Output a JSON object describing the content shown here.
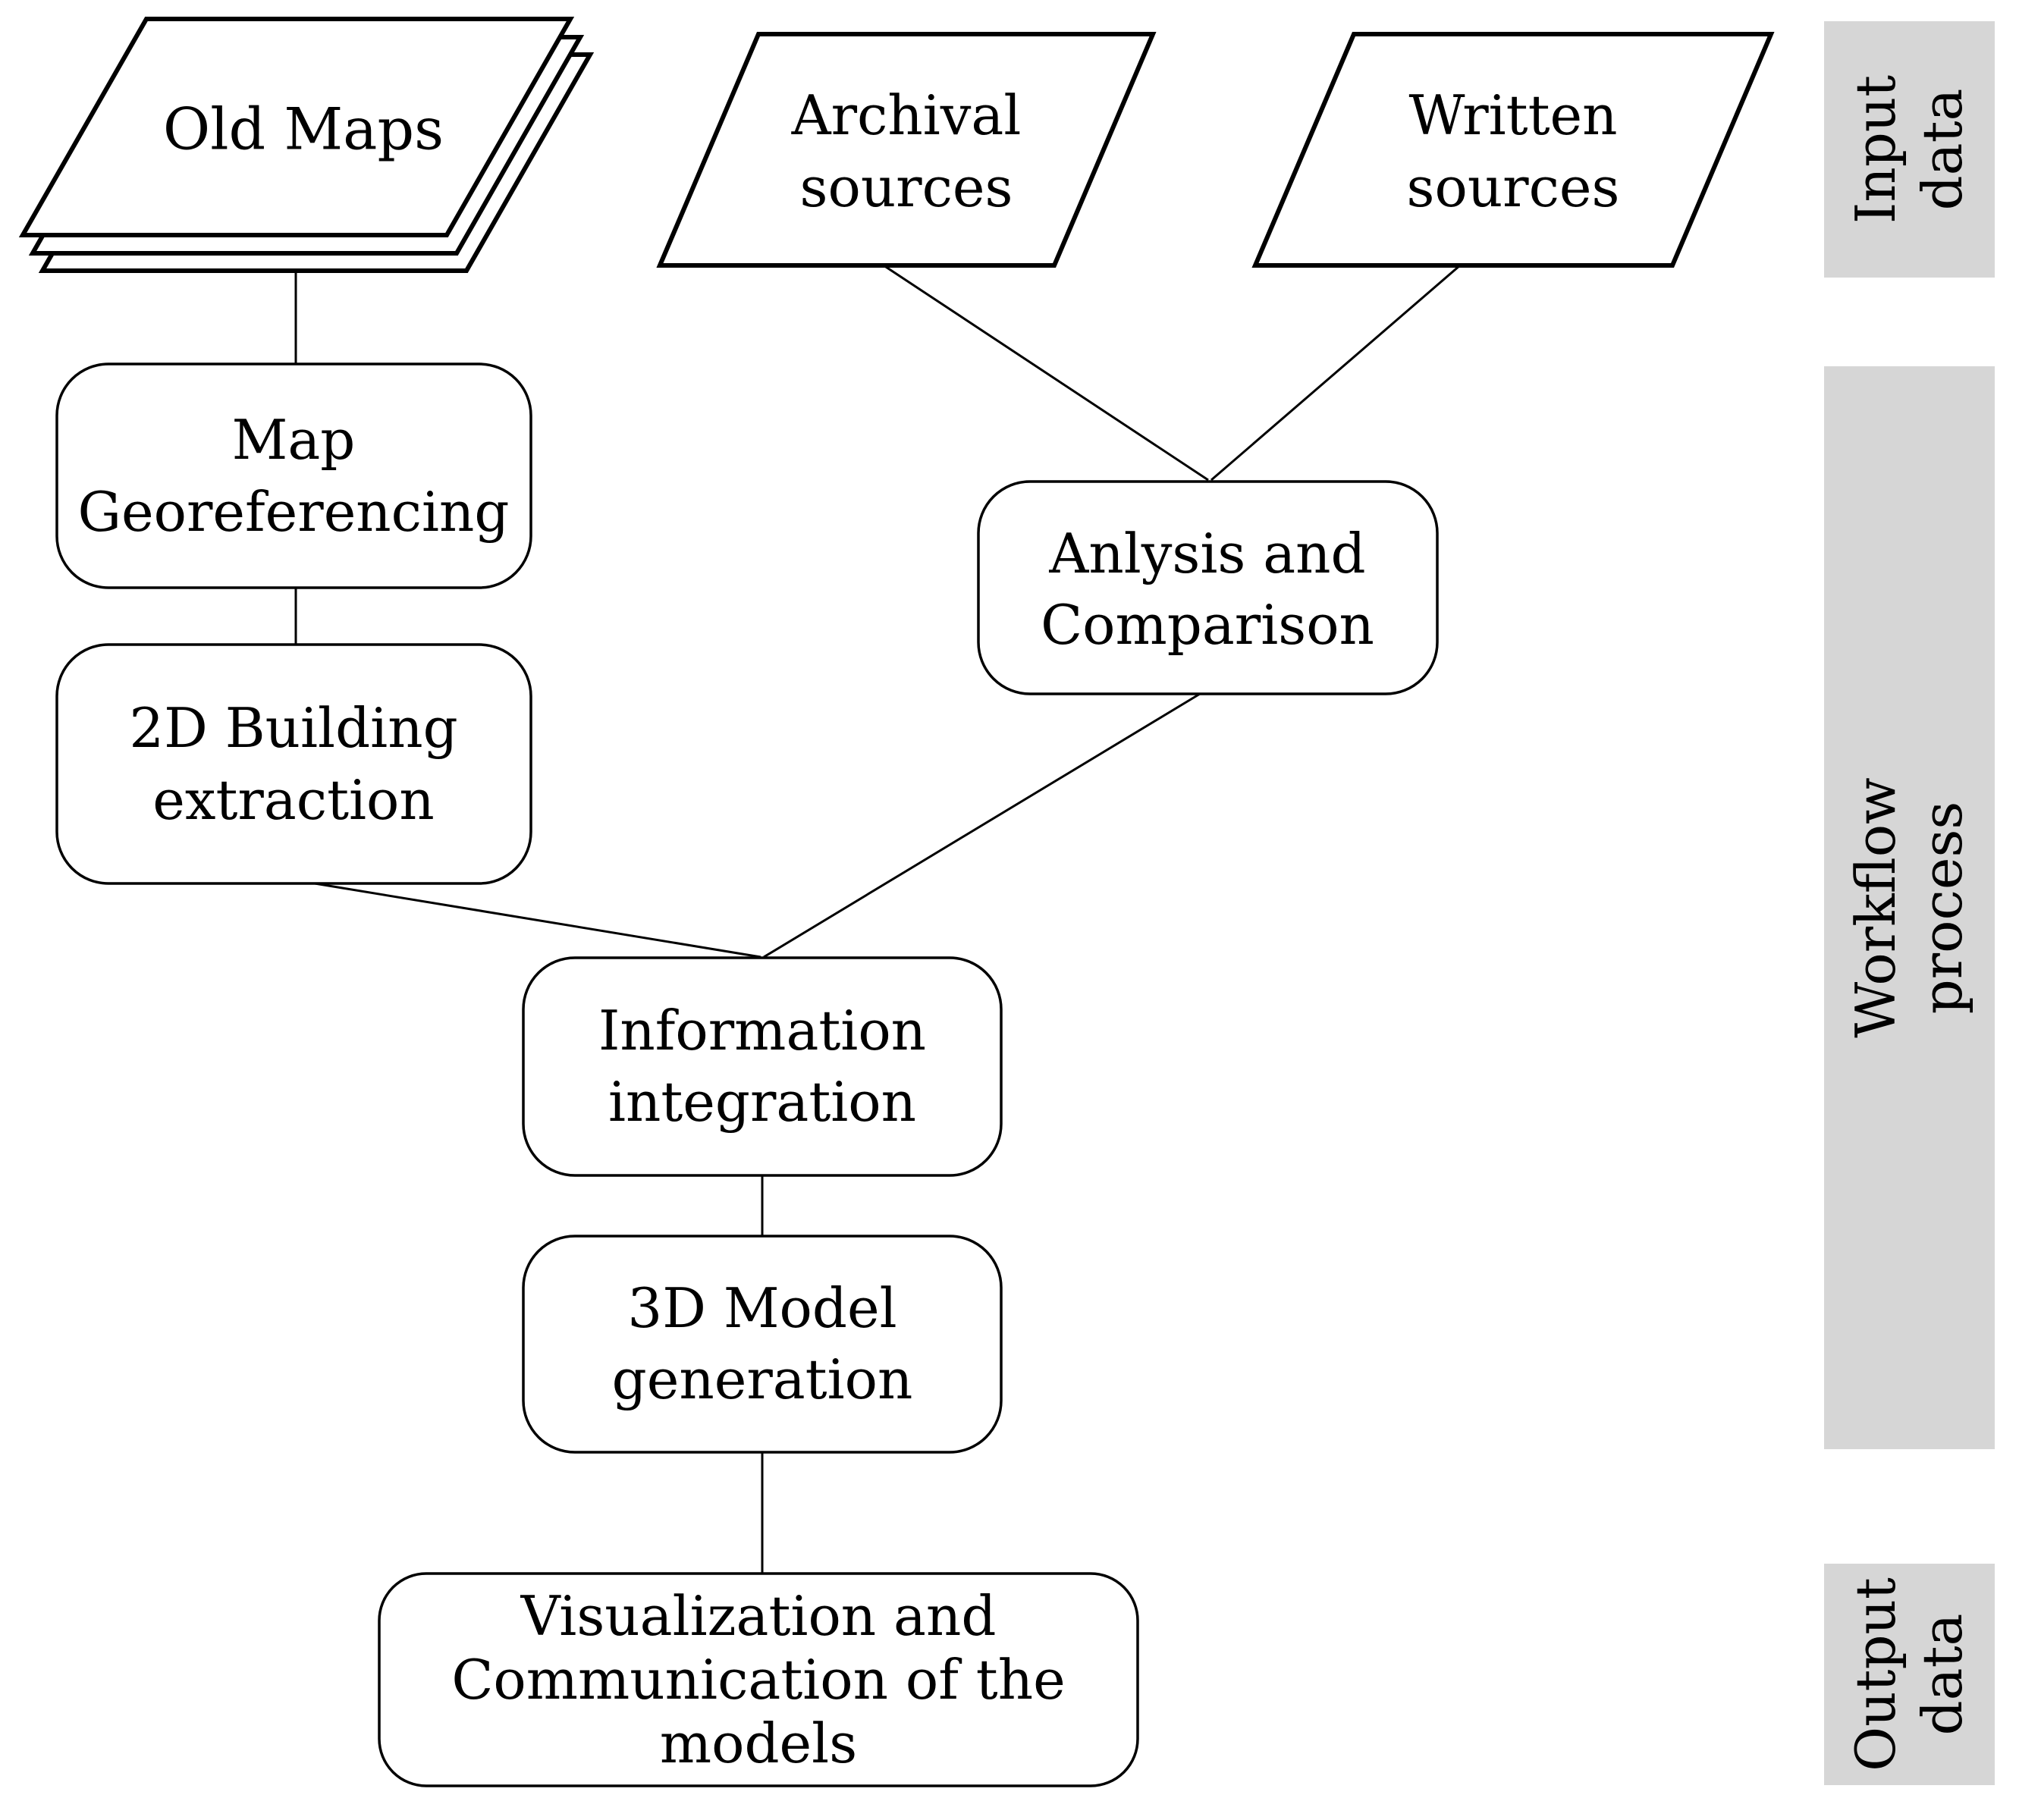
{
  "nodes": {
    "old_maps": {
      "label": "Old Maps"
    },
    "archival_sources": {
      "line1": "Archival",
      "line2": "sources"
    },
    "written_sources": {
      "line1": "Written",
      "line2": "sources"
    },
    "map_georeferencing": {
      "line1": "Map",
      "line2": "Georeferencing"
    },
    "building_extraction": {
      "line1": "2D Building",
      "line2": "extraction"
    },
    "analysis_comparison": {
      "line1": "Anlysis and",
      "line2": "Comparison"
    },
    "information_integration": {
      "line1": "Information",
      "line2": "integration"
    },
    "model_generation": {
      "line1": "3D Model",
      "line2": "generation"
    },
    "visualization": {
      "line1": "Visualization and",
      "line2": "Communication of the",
      "line3": "models"
    }
  },
  "sidebars": {
    "input_data": {
      "line1": "Input",
      "line2": "data"
    },
    "workflow_process": {
      "line1": "Workflow",
      "line2": "process"
    },
    "output_data": {
      "line1": "Output",
      "line2": "data"
    }
  },
  "colors": {
    "sidebar_bg": "#d6d6d6",
    "stroke": "#000000",
    "node_fill": "#ffffff",
    "background": "#ffffff"
  }
}
